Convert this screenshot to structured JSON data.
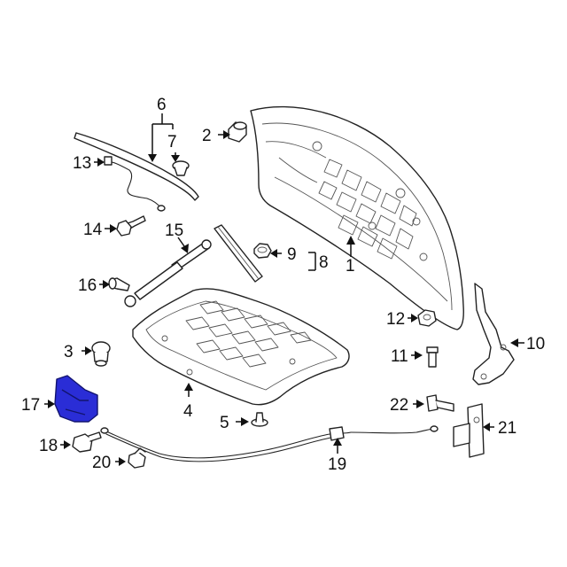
{
  "colors": {
    "highlight": "#2a2dd6",
    "highlight_dark": "#12146e",
    "line": "#222222",
    "background": "#ffffff"
  },
  "callouts": {
    "c1": "1",
    "c2": "2",
    "c3": "3",
    "c4": "4",
    "c5": "5",
    "c6": "6",
    "c7": "7",
    "c8": "8",
    "c9": "9",
    "c10": "10",
    "c11": "11",
    "c12": "12",
    "c13": "13",
    "c14": "14",
    "c15": "15",
    "c16": "16",
    "c17": "17",
    "c18": "18",
    "c19": "19",
    "c20": "20",
    "c21": "21",
    "c22": "22"
  },
  "highlighted_part": "17"
}
